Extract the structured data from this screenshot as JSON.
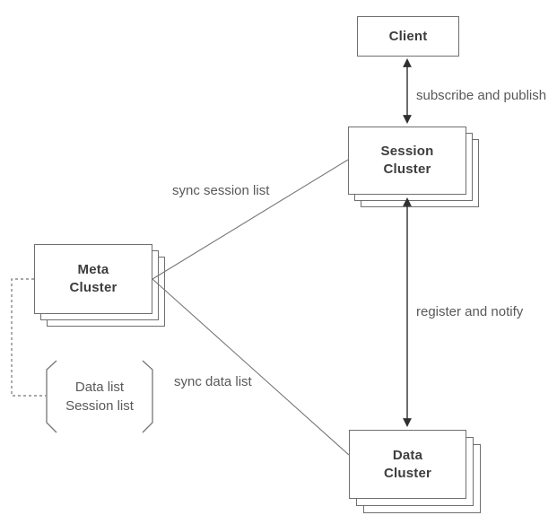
{
  "diagram": {
    "title_hint": "cluster architecture diagram",
    "nodes": {
      "client": {
        "label": "Client"
      },
      "session": {
        "label": "Session\nCluster"
      },
      "meta": {
        "label": "Meta\nCluster"
      },
      "data": {
        "label": "Data\nCluster"
      }
    },
    "edges": {
      "subscribe_publish": {
        "label": "subscribe and publish"
      },
      "register_notify": {
        "label": "register and notify"
      },
      "sync_session": {
        "label": "sync session list"
      },
      "sync_data": {
        "label": "sync data list"
      }
    },
    "note": {
      "label": "Data list\nSession list"
    },
    "colors": {
      "box_border": "#6f6f6f",
      "box_fill": "#ffffff",
      "node_text": "#3d3d3d",
      "label_text": "#595959",
      "arrow_line": "#2f2f2f",
      "connector_line": "#757575",
      "page_edge": "#d9d9d9"
    }
  }
}
